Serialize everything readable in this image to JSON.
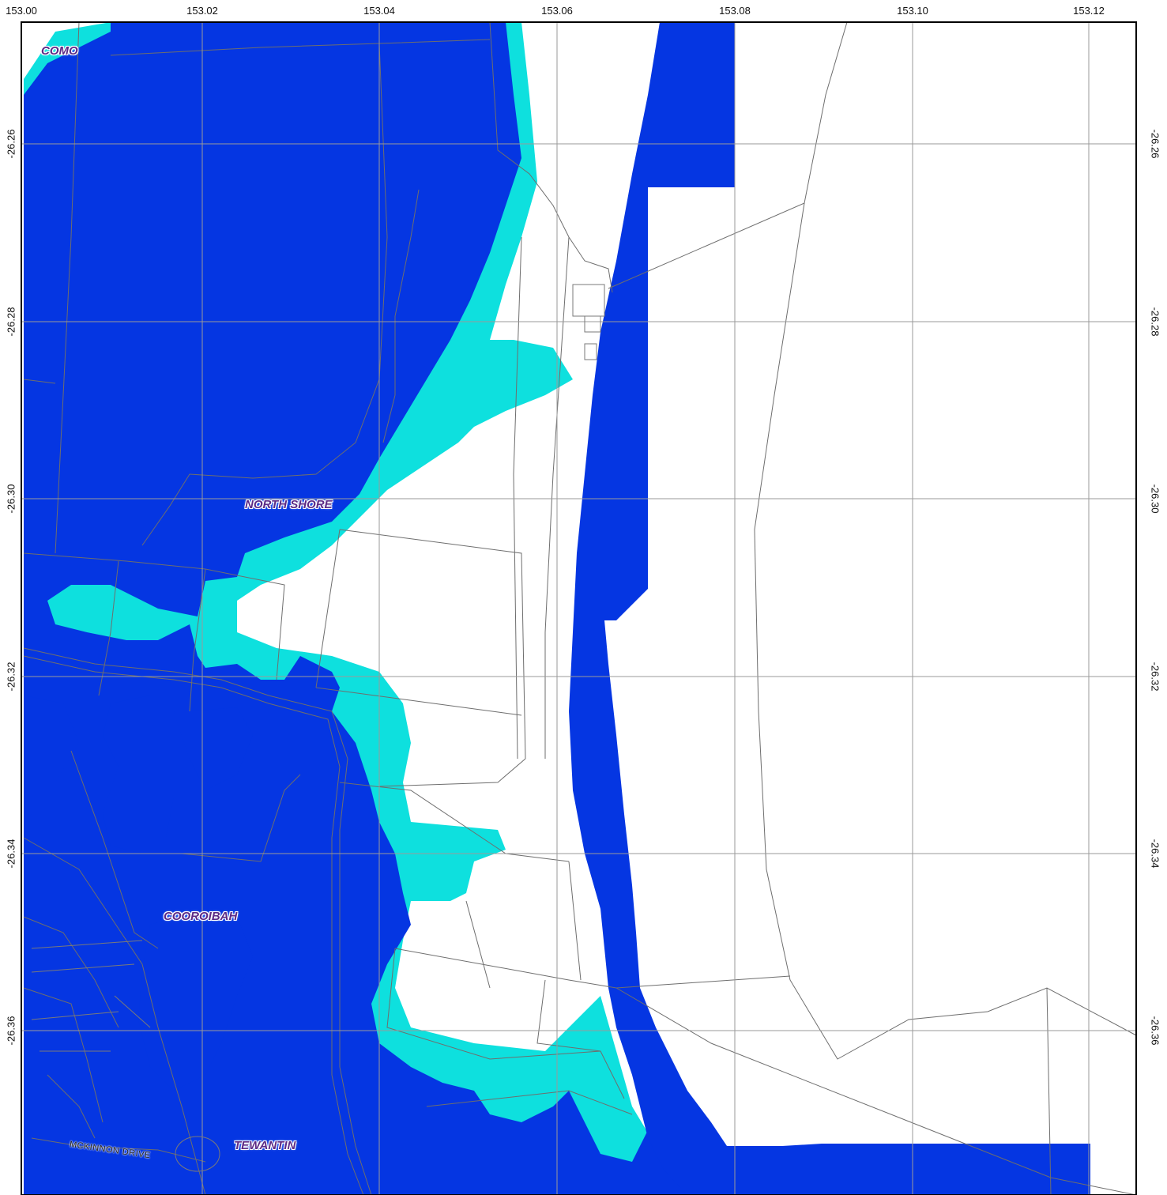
{
  "map": {
    "top_ticks": [
      "153.00",
      "153.02",
      "153.04",
      "153.06",
      "153.08",
      "153.10",
      "153.12"
    ],
    "left_ticks": [
      "-26.26",
      "-26.28",
      "-26.30",
      "-26.32",
      "-26.34",
      "-26.36"
    ],
    "right_ticks": [
      "-26.26",
      "-26.28",
      "-26.30",
      "-26.32",
      "-26.34",
      "-26.36"
    ],
    "places": {
      "como": "COMO",
      "north_shore": "NORTH SHORE",
      "cooroibah": "COOROIBAH",
      "tewantin": "TEWANTIN"
    },
    "roads": {
      "mckinnon": "MCKINNON DRIVE"
    },
    "colors": {
      "deep_flood": "#0536e2",
      "shallow_flood": "#0ee0de",
      "grid": "#9a9a9a",
      "boundary": "#6e6e6e",
      "frame": "#000000"
    }
  }
}
